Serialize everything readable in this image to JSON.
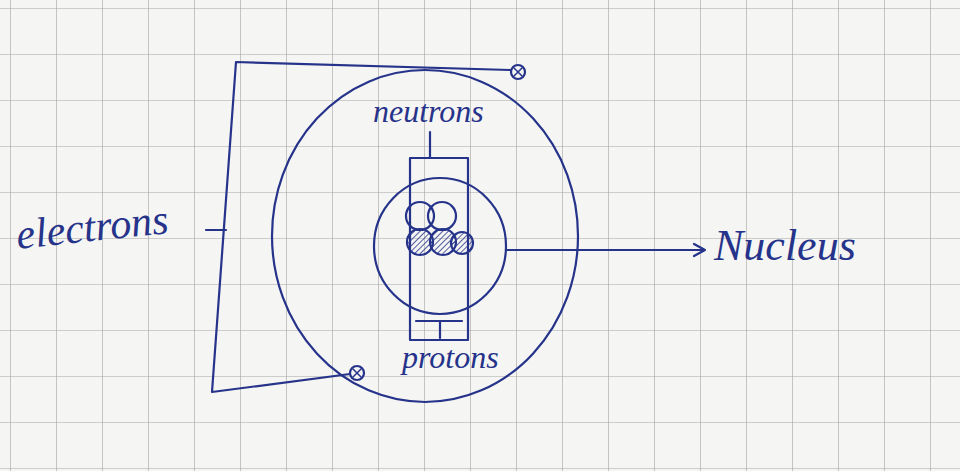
{
  "diagram": {
    "labels": [
      "neutrons",
      "electrons",
      "Nucleus",
      "protons"
    ]
  }
}
